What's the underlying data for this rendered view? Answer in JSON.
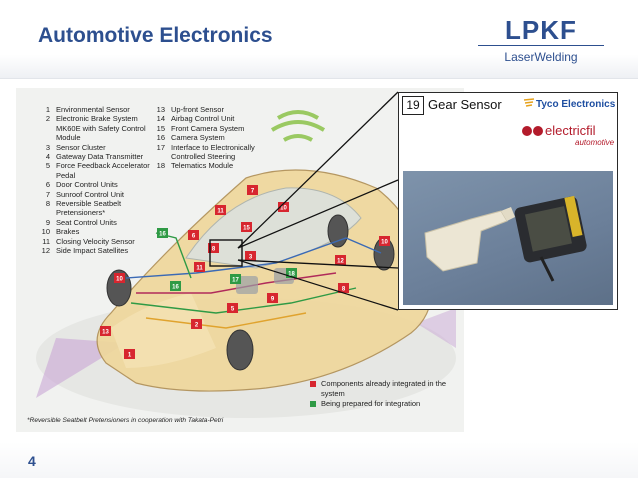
{
  "slide": {
    "title": "Automotive Electronics",
    "page_number": "4"
  },
  "logo": {
    "mark": "LPKF",
    "subtitle": "LaserWelding"
  },
  "legend_left": [
    {
      "num": "1",
      "text": "Environmental Sensor"
    },
    {
      "num": "2",
      "text": "Electronic Brake System MK60E with Safety Control Module"
    },
    {
      "num": "3",
      "text": "Sensor Cluster"
    },
    {
      "num": "4",
      "text": "Gateway Data Transmitter"
    },
    {
      "num": "5",
      "text": "Force Feedback Accelerator Pedal"
    },
    {
      "num": "6",
      "text": "Door Control Units"
    },
    {
      "num": "7",
      "text": "Sunroof Control Unit"
    },
    {
      "num": "8",
      "text": "Reversible Seatbelt Pretensioners*"
    },
    {
      "num": "9",
      "text": "Seat Control Units"
    },
    {
      "num": "10",
      "text": "Brakes"
    },
    {
      "num": "11",
      "text": "Closing Velocity Sensor"
    },
    {
      "num": "12",
      "text": "Side Impact Satellites"
    }
  ],
  "legend_right": [
    {
      "num": "13",
      "text": "Up-front Sensor"
    },
    {
      "num": "14",
      "text": "Airbag Control Unit"
    },
    {
      "num": "15",
      "text": "Front Camera System"
    },
    {
      "num": "16",
      "text": "Camera System"
    },
    {
      "num": "17",
      "text": "Interface to Electronically Controlled Steering"
    },
    {
      "num": "18",
      "text": "Telematics Module"
    }
  ],
  "key": {
    "integrated": "Components already integrated in the system",
    "prepared": "Being prepared for integration",
    "integrated_color": "#d7262f",
    "prepared_color": "#2f9a45"
  },
  "footnote": "*Reversible Seatbelt Pretensioners in cooperation with Takata-Petri",
  "callout": {
    "number": "19",
    "title": "Gear Sensor",
    "brand1": "Tyco Electronics",
    "brand2": "electricfil",
    "brand2_sub": "automotive"
  },
  "markers": {
    "red": [
      "7",
      "11",
      "10",
      "6",
      "15",
      "8",
      "3",
      "9",
      "12",
      "2",
      "5",
      "10",
      "13",
      "1",
      "10",
      "8",
      "11"
    ],
    "green": [
      "16",
      "16",
      "17",
      "18"
    ]
  },
  "colors": {
    "title_blue": "#2d4f8f",
    "marker_red": "#d7262f",
    "marker_green": "#2f9a45"
  }
}
